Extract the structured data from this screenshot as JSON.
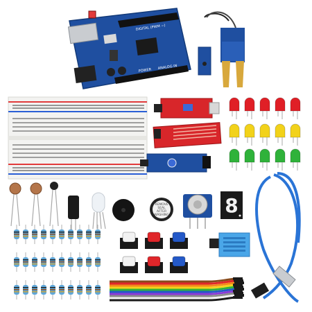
{
  "board": {
    "silk_top": "DIGITAL (PWM ~)",
    "silk_power": "POWER",
    "silk_analog": "ANALOG IN"
  },
  "sticker": {
    "line1": "REMOVE",
    "line2": "SEAL",
    "line3": "AFTER",
    "line4": "WASHING"
  },
  "display": {
    "digit": "8"
  },
  "colors": {
    "board_blue": "#1f4fa0",
    "sensor_red": "#d8262a",
    "led_red": "#e01f26",
    "led_yellow": "#f2d21a",
    "led_green": "#2fb23a",
    "cable_blue": "#2a74d6",
    "dht_blue": "#4aa6e8"
  },
  "icons": {
    "led": "led-icon",
    "resistor": "resistor-icon",
    "button": "push-button-icon"
  }
}
